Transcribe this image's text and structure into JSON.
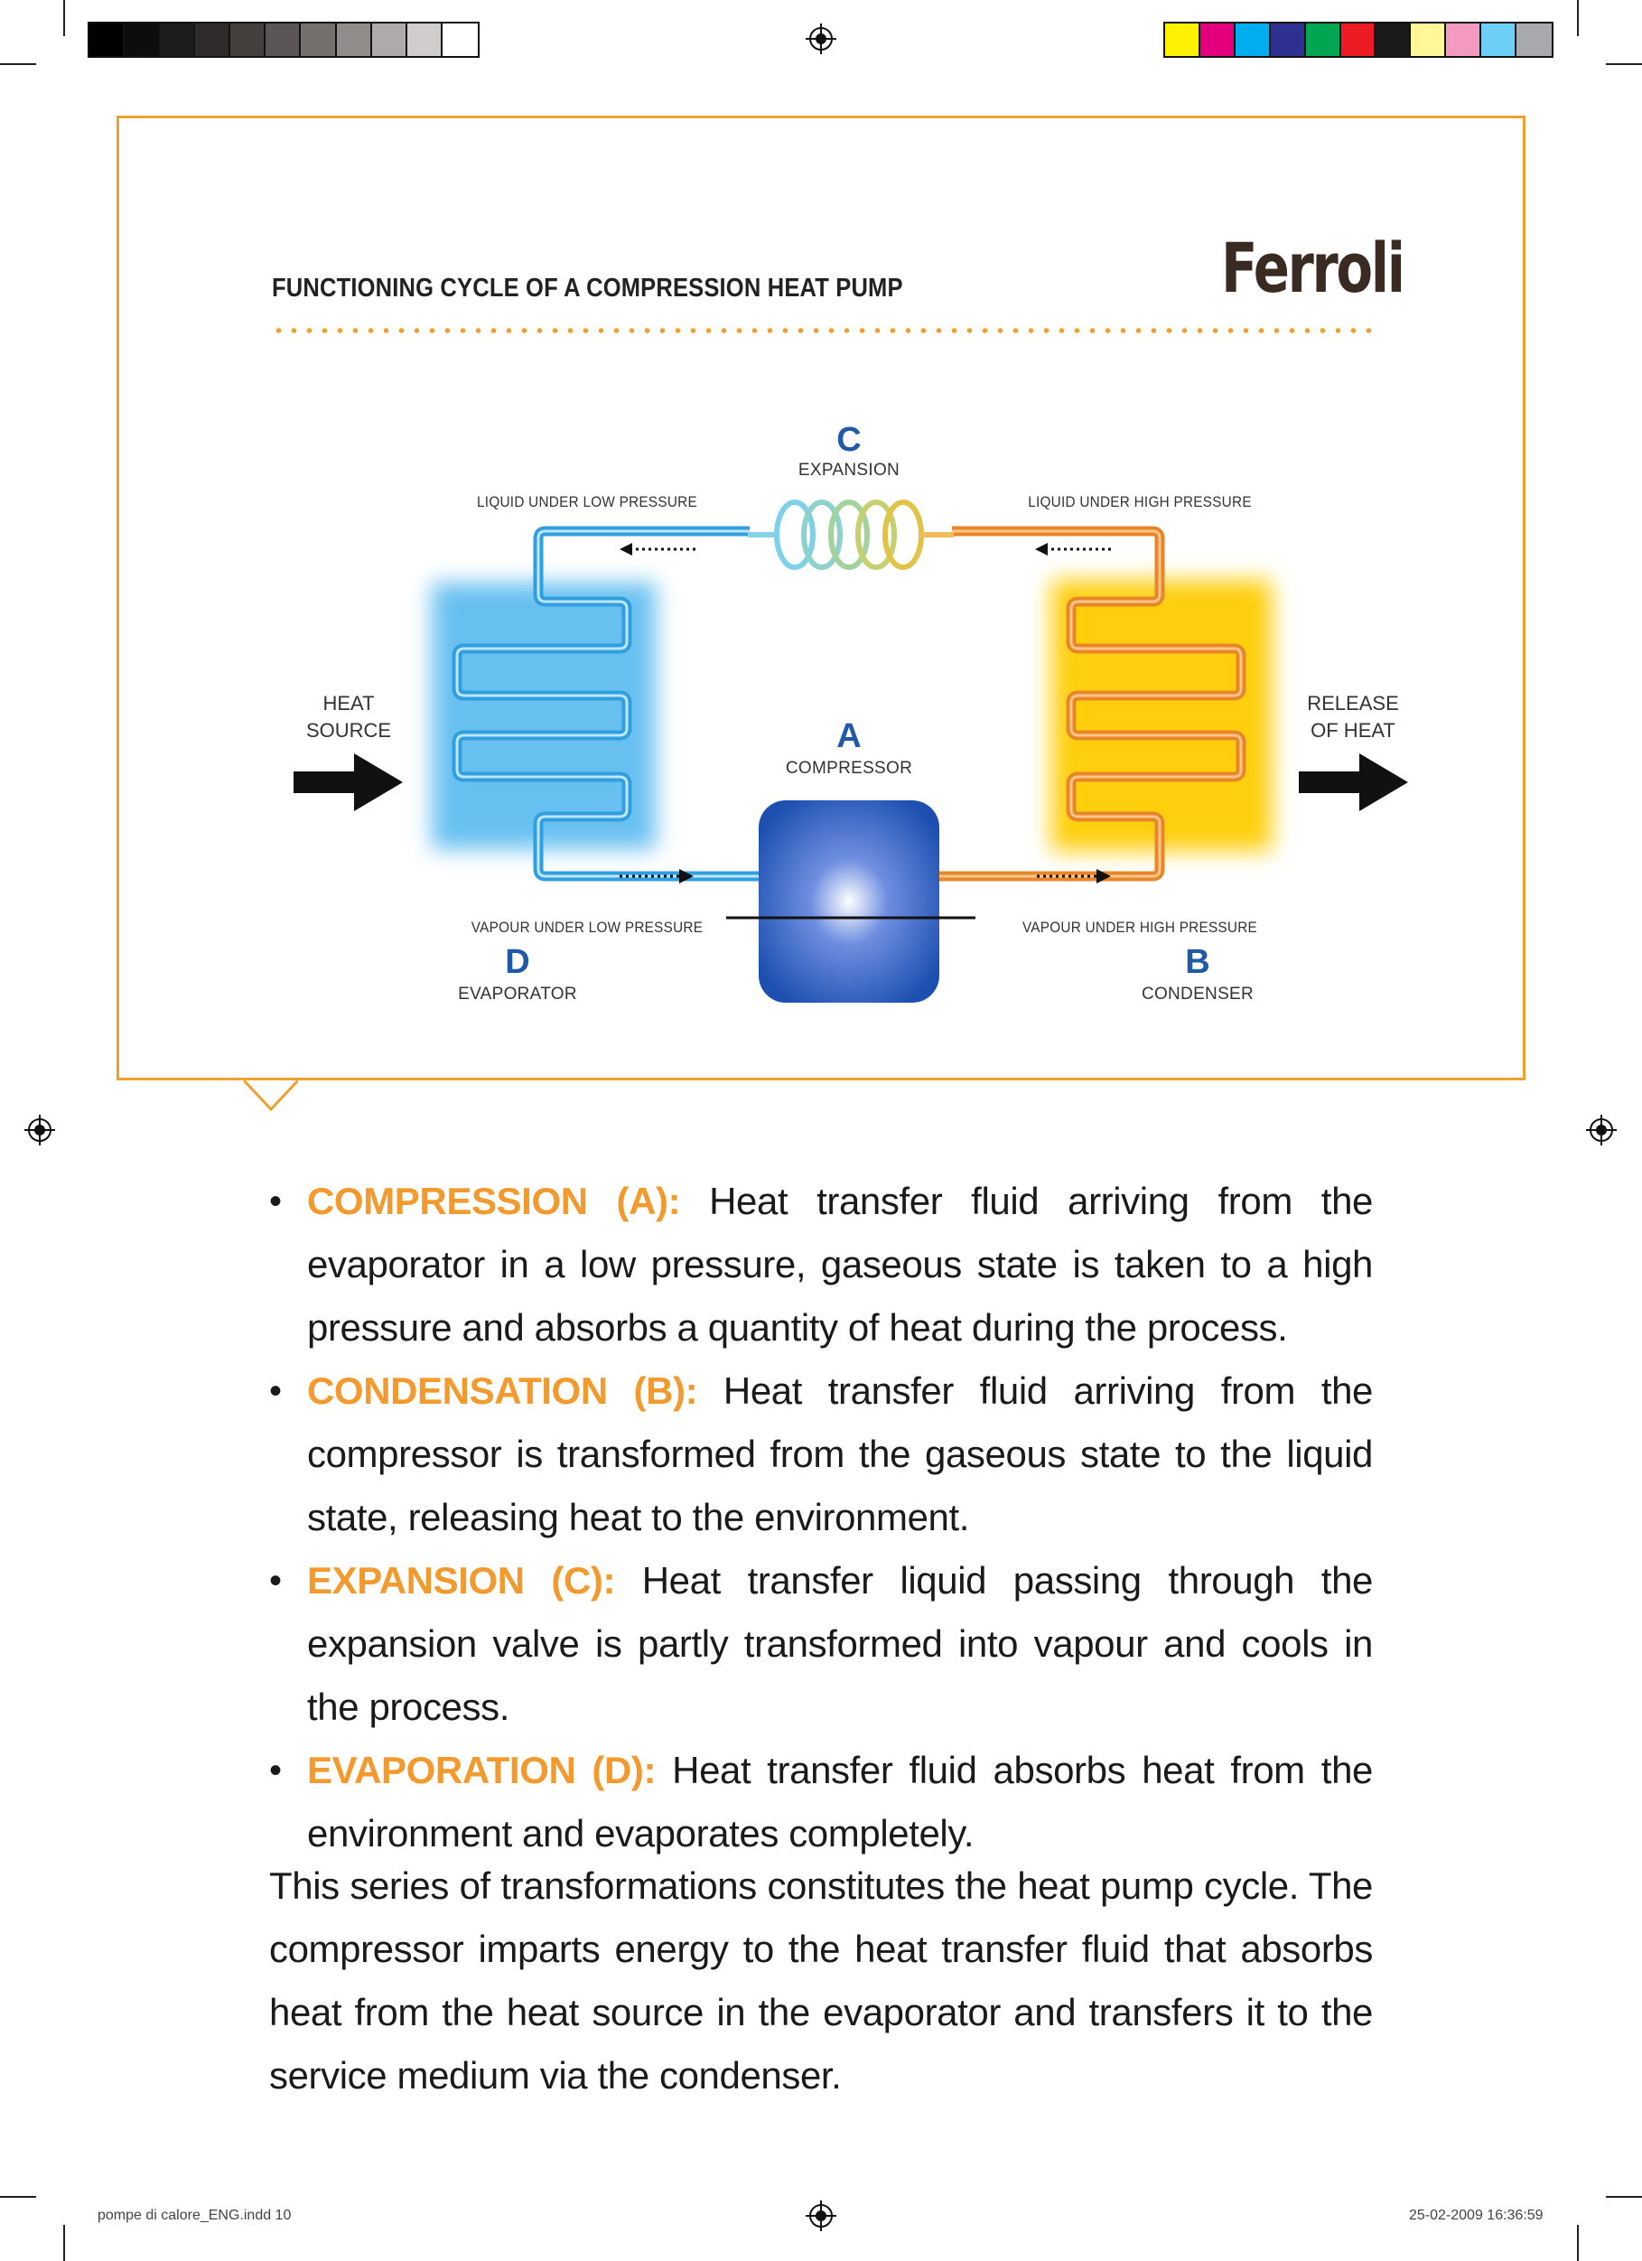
{
  "diagram": {
    "title": "FUNCTIONING CYCLE OF A COMPRESSION HEAT PUMP",
    "logo": "Ferroli",
    "labels": {
      "c_letter": "C",
      "c_name": "EXPANSION",
      "a_letter": "A",
      "a_name": "COMPRESSOR",
      "b_letter": "B",
      "b_name": "CONDENSER",
      "d_letter": "D",
      "d_name": "EVAPORATOR",
      "liquid_low": "LIQUID UNDER LOW PRESSURE",
      "liquid_high": "LIQUID UNDER HIGH PRESSURE",
      "vapour_low": "VAPOUR UNDER LOW PRESSURE",
      "vapour_high": "VAPOUR UNDER HIGH PRESSURE",
      "heat_source_1": "HEAT",
      "heat_source_2": "SOURCE",
      "release_1": "RELEASE",
      "release_2": "OF HEAT"
    },
    "colors": {
      "frame": "#f0a030",
      "cold": "#2f9fe0",
      "hot": "#ee8a2a",
      "heat_glow": "#ffd21a",
      "letters": "#1f59a8"
    }
  },
  "bullets": [
    {
      "term": "COMPRESSION (A):",
      "text": " Heat transfer fluid arriving from the evaporator in a low pressure, gaseous state is taken to a high pressure and absorbs a quantity of heat during the process."
    },
    {
      "term": "CONDENSATION (B):",
      "text": " Heat transfer fluid arriving from the compressor is transformed from the gaseous state to the liquid state, releasing heat to the environment."
    },
    {
      "term": "EXPANSION (C):",
      "text": " Heat transfer liquid passing through the expansion valve is partly transformed into vapour and cools in the process."
    },
    {
      "term": "EVAPORATION (D):",
      "text": " Heat transfer fluid absorbs heat from the environment and evaporates completely."
    }
  ],
  "paragraph": "This series of transformations constitutes the heat pump cycle. The compressor imparts energy to the heat transfer fluid that absorbs heat from the heat source in the evaporator and transfers it to the service medium via the condenser.",
  "slug": {
    "left": "pompe di calore_ENG.indd   10",
    "right": "25-02-2009   16:36:59"
  },
  "color_bars": {
    "gray": [
      "#000000",
      "#0d0d0d",
      "#1c1c1c",
      "#2e2b2a",
      "#433f3d",
      "#5b5655",
      "#756f6e",
      "#928c8b",
      "#b0abaa",
      "#d0cdcc",
      "#ffffff"
    ],
    "color": [
      "#fff200",
      "#e4007c",
      "#00aeef",
      "#2e3192",
      "#00a651",
      "#ed1c24",
      "#1a1a1a",
      "#fff799",
      "#f49ac1",
      "#6dcff6",
      "#a7a9ac"
    ]
  }
}
